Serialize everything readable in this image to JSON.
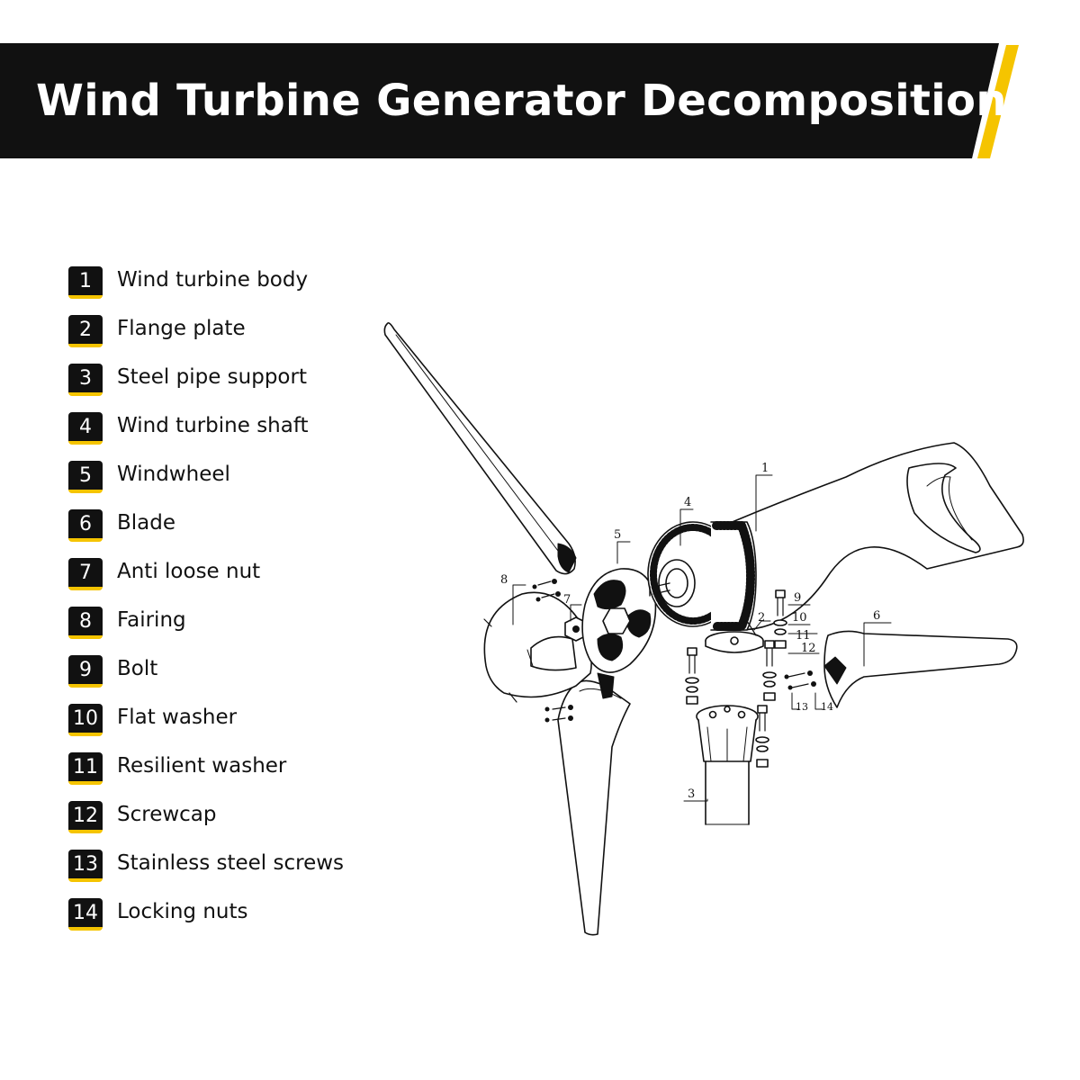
{
  "title": "Wind Turbine Generator Decomposition",
  "colors": {
    "banner": "#111111",
    "accent": "#f5c400",
    "text": "#111111"
  },
  "legend": [
    {
      "num": "1",
      "label": "Wind turbine body"
    },
    {
      "num": "2",
      "label": "Flange plate"
    },
    {
      "num": "3",
      "label": "Steel pipe support"
    },
    {
      "num": "4",
      "label": "Wind turbine shaft"
    },
    {
      "num": "5",
      "label": "Windwheel"
    },
    {
      "num": "6",
      "label": "Blade"
    },
    {
      "num": "7",
      "label": "Anti loose nut"
    },
    {
      "num": "8",
      "label": "Fairing"
    },
    {
      "num": "9",
      "label": "Bolt"
    },
    {
      "num": "10",
      "label": "Flat washer"
    },
    {
      "num": "11",
      "label": "Resilient washer"
    },
    {
      "num": "12",
      "label": "Screwcap"
    },
    {
      "num": "13",
      "label": "Stainless steel screws"
    },
    {
      "num": "14",
      "label": "Locking nuts"
    }
  ],
  "callouts": [
    "1",
    "2",
    "3",
    "4",
    "5",
    "6",
    "7",
    "8",
    "9",
    "10",
    "11",
    "12",
    "13",
    "14"
  ]
}
